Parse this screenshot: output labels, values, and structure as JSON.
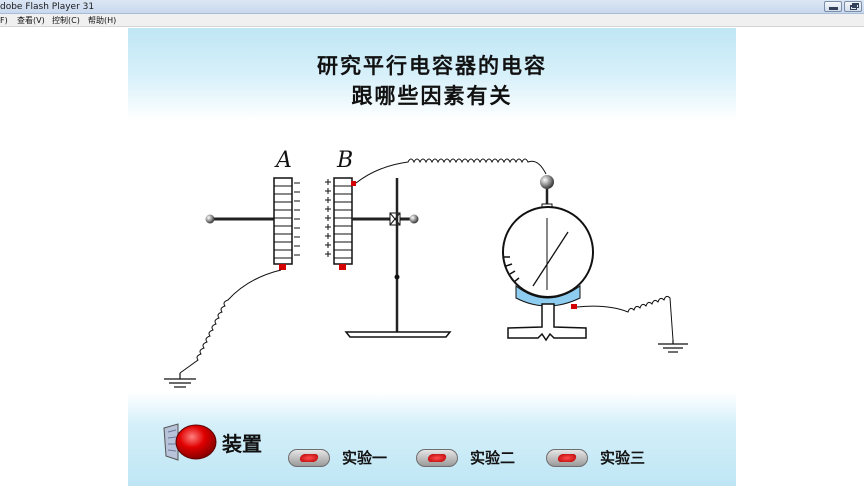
{
  "window": {
    "title": "dobe Flash Player 31"
  },
  "menu": {
    "items": [
      "F)",
      "查看(V)",
      "控制(C)",
      "帮助(H)"
    ]
  },
  "heading": {
    "line1": "研究平行电容器的电容",
    "line2": "跟哪些因素有关"
  },
  "diagram": {
    "plate_a_label": "A",
    "plate_b_label": "B",
    "plate_a_charge": "−",
    "plate_b_charge": "+"
  },
  "nav": {
    "device": "装置",
    "exp1": "实验一",
    "exp2": "实验二",
    "exp3": "实验三"
  },
  "colors": {
    "band": "#bfe6f5",
    "button_red": "#d40000",
    "electrometer_base": "#8fcdf0"
  }
}
